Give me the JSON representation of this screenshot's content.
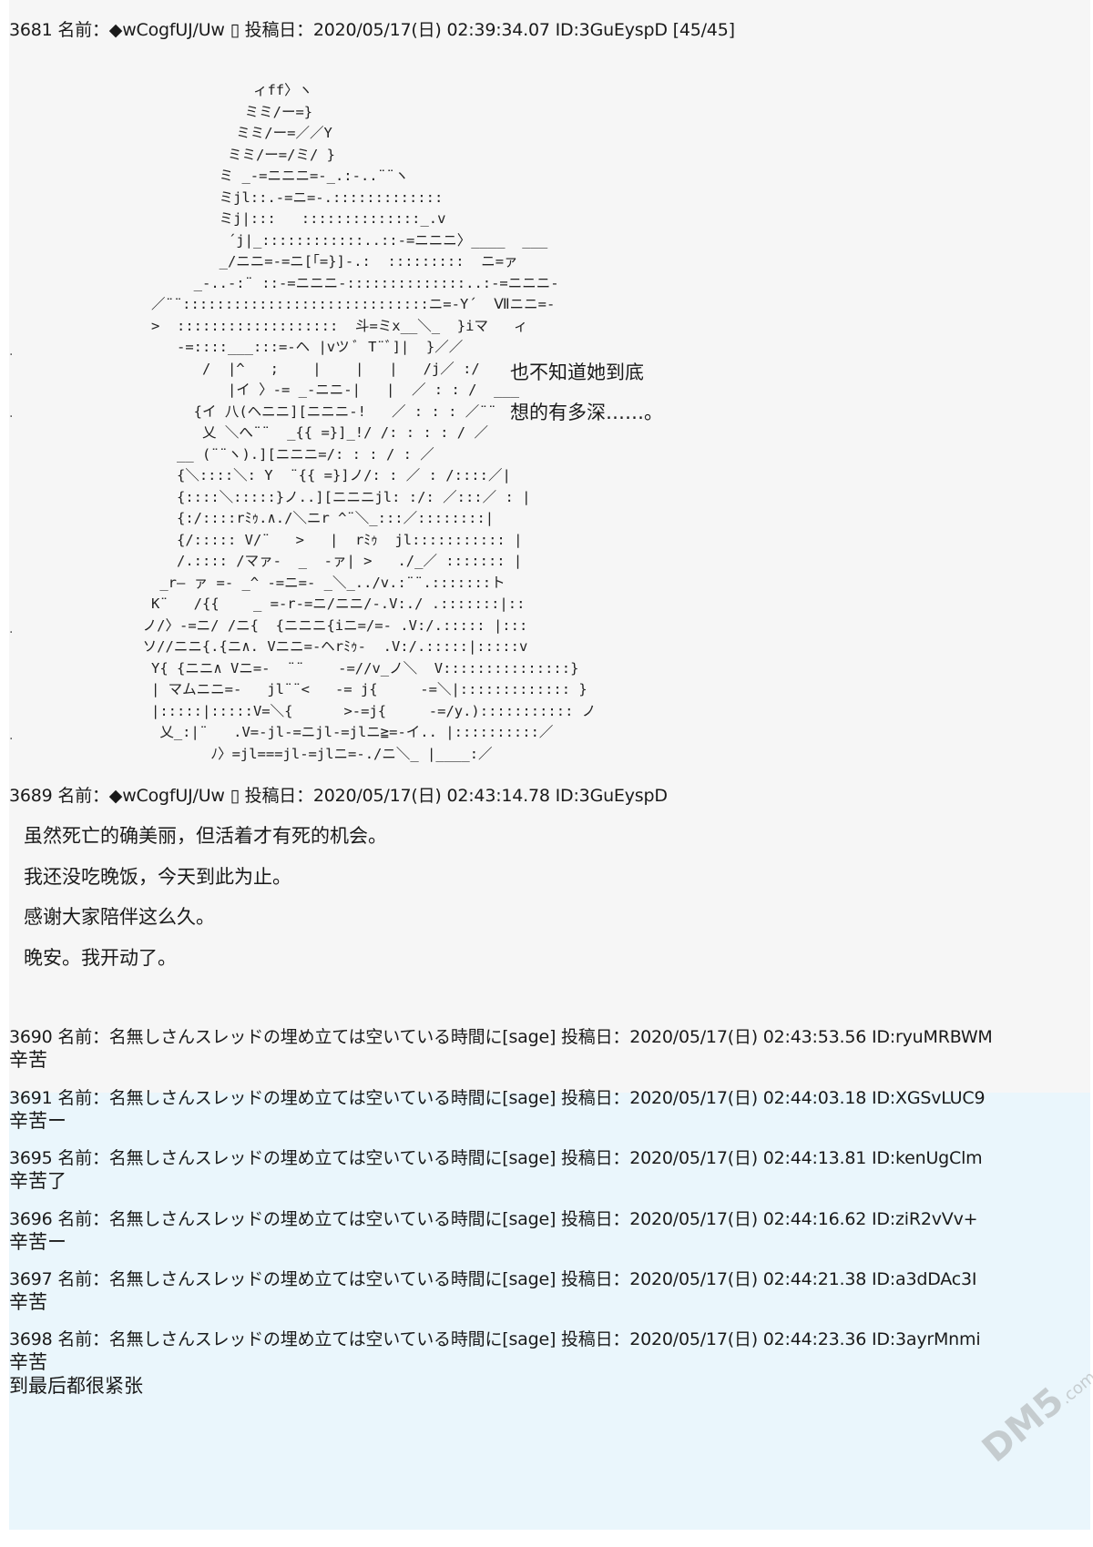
{
  "post1": {
    "header": "3681 名前：◆wCogfUJ/Uw ▯ 投稿日：2020/05/17(日) 02:39:34.07 ID:3GuEyspD [45/45]",
    "ascii_art": "                  ィff〉ヽ\n                 ミミ/ー=}\n                ミミ/ー=／／Y\n               ミミ/ー=/ミ/ }\n              ミ _-=ニニニ=-_.:-..¨¨ヽ\n              ミjl::.-=ニ=-.:::::::::::::\n              ミj|:::   ::::::::::::::_.v\n               ´j|_::::::::::::..::-=ニニニ〉____  ___\n              _/ニニ=-=ニ[「=}]-.:  :::::::::  ニ=ァ\n           _-..-:¨ ::-=ニニニ-::::::::::::::..:-=ニニニ-\n      ／¨¨:::::::::::::::::::::::::::::ニ=-Y´  Ⅶニニ=-\n      >  :::::::::::::::::::  斗=ミx__＼_  }iマ   ィ\n         -=::::___:::=-ヘ |vツ ﾞ T¨ﾞ]|  }／／\n            /  |^   ;    |    |   |   /j／ :/\n               |イ 〉-= _-ニニ-|   |  ／ : : /  ___\n           {イ 八(ヘニニ][ニニニ-!   ／ : : : ／¨¨\n            乂 ＼へ¨¨  _{{ =}]_!/ /: : : : / ／\n         __ (¨¨ヽ).][ニニニ=/: : : / : ／\n         {＼::::＼: Y  ¨{{ =}]ノ/: : ／ : /::::／|\n         {::::＼:::::}ノ..][ニニニjl: :/: ／:::／ : |\n         {:/::::rﾐｩ.∧./＼ニr ^¨＼_:::／::::::::|\n         {/::::: V/¨   >   |  rﾐｩ  jl::::::::::: |\n         /.:::: /マァ-  _  -ァ| >   ./_／ ::::::: |\n       _r― ァ =- _^ -=ニ=- _＼_../v.:¨¨.:::::::ト\n      K¨   /{{    _ =-r-=ニ/ニニ/-.V:./ .:::::::|::\n     ノ/〉-=ニ/ /ニ{  {ニニニ{iニ=/=- .V:/.::::: |:::\n     ソ//ニニ{.{ニ∧. Vニニ=-ヘrﾐｩ-  .V:/.:::::|:::::v\n      Y{ {ニニ∧ Vニ=-  ¨¨    -=//v_ノ＼  V:::::::::::::::}\n      | マムニニ=-   jl¨¨<   -= j{     -=＼|::::::::::::: }\n      |:::::|:::::V=＼{      >-=j{     -=/y.)::::::::::: ノ\n       乂_:|¨   .V=-jl-=ニjl-=jlニ≧=-イ.. |::::::::::／\n             ﾉ〉=jl===jl-=jlニ=-./ニ＼_ |____:／",
    "side_text": [
      "也不知道她到底",
      "想的有多深……。"
    ],
    "dots": [
      ".",
      ".",
      ".",
      "."
    ]
  },
  "post2": {
    "header": "3689 名前：◆wCogfUJ/Uw ▯ 投稿日：2020/05/17(日) 02:43:14.78 ID:3GuEyspD",
    "lines": [
      "虽然死亡的确美丽，但活着才有死的机会。",
      "我还没吃晚饭，今天到此为止。",
      "感谢大家陪伴这么久。",
      "晚安。我开动了。"
    ]
  },
  "replies": [
    {
      "header": "3690 名前：名無しさんスレッドの埋め立ては空いている時間に[sage] 投稿日：2020/05/17(日) 02:43:53.56 ID:ryuMRBWM",
      "body": [
        "辛苦"
      ]
    },
    {
      "header": "3691 名前：名無しさんスレッドの埋め立ては空いている時間に[sage] 投稿日：2020/05/17(日) 02:44:03.18 ID:XGSvLUC9",
      "body": [
        "辛苦ー"
      ]
    },
    {
      "header": "3695 名前：名無しさんスレッドの埋め立ては空いている時間に[sage] 投稿日：2020/05/17(日) 02:44:13.81 ID:kenUgClm",
      "body": [
        "辛苦了"
      ]
    },
    {
      "header": "3696 名前：名無しさんスレッドの埋め立ては空いている時間に[sage] 投稿日：2020/05/17(日) 02:44:16.62 ID:ziR2vVv+",
      "body": [
        "辛苦ー"
      ]
    },
    {
      "header": "3697 名前：名無しさんスレッドの埋め立ては空いている時間に[sage] 投稿日：2020/05/17(日) 02:44:21.38 ID:a3dDAc3I",
      "body": [
        "辛苦"
      ]
    },
    {
      "header": "3698 名前：名無しさんスレッドの埋め立ては空いている時間に[sage] 投稿日：2020/05/17(日) 02:44:23.36 ID:3ayrMnmi",
      "body": [
        "辛苦",
        "到最后都很紧张"
      ]
    }
  ],
  "watermark": {
    "main": "DM5",
    "sub": ".com"
  }
}
